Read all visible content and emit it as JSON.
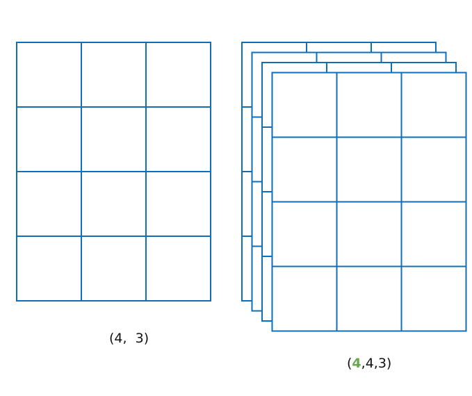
{
  "colors": {
    "grid_stroke": "#0e6fb8",
    "cell_fill": "#ffffff",
    "highlight": "#6aa84f"
  },
  "matrix_2d": {
    "rows": 4,
    "cols": 3,
    "label": "(4,  3)"
  },
  "tensor_3d": {
    "layers": 4,
    "rows": 4,
    "cols": 3,
    "label_open": "(",
    "label_highlight": "4",
    "label_rest": ",4,3)"
  }
}
